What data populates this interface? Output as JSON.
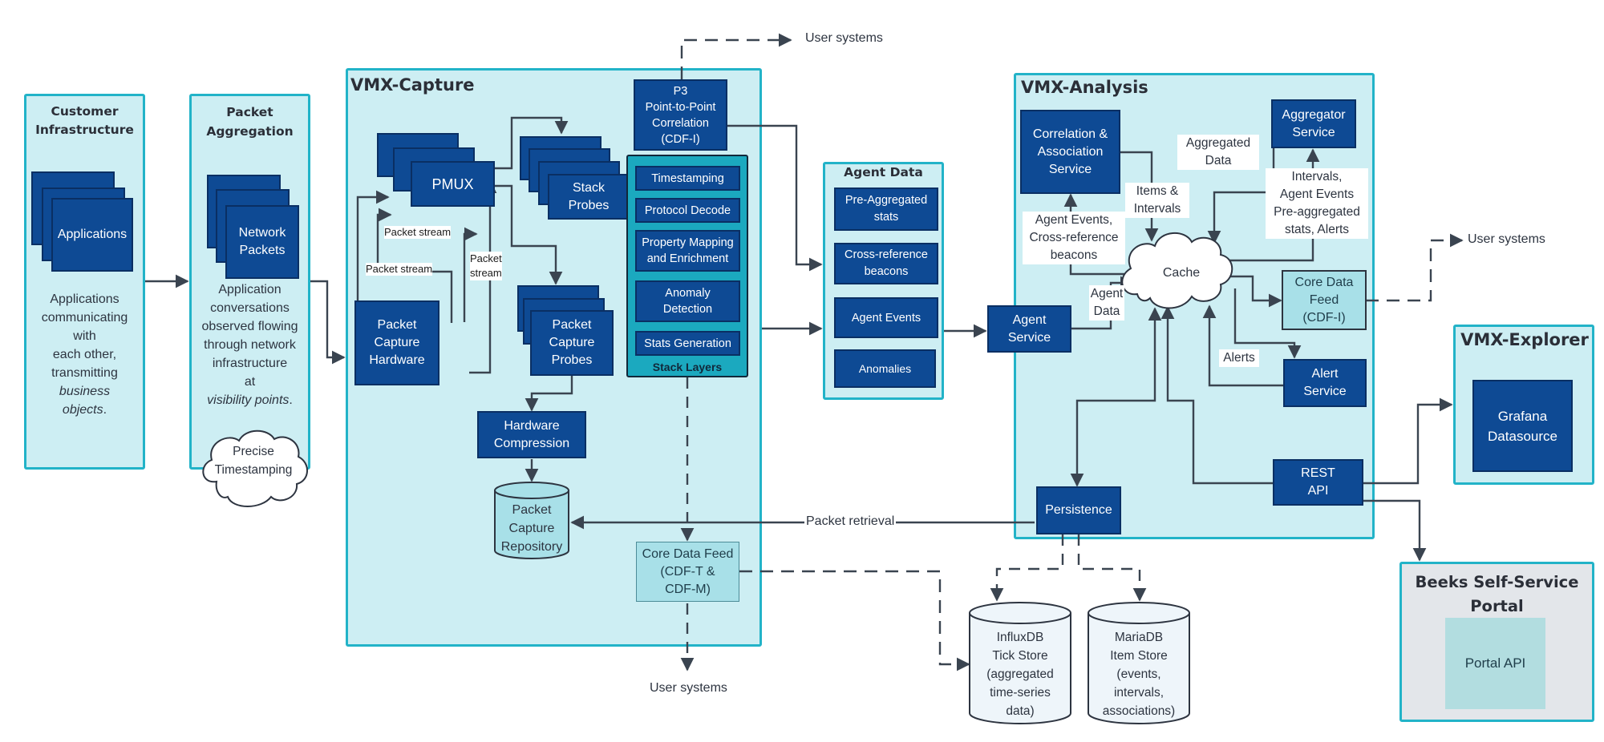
{
  "colors": {
    "panel_fill": "#cdeef3",
    "panel_border": "#22b3c8",
    "box_dark": "#0e4a94",
    "box_light": "#a8e0e8",
    "arrow": "#3a4450"
  },
  "customer": {
    "title": "Customer\nInfrastructure",
    "box": "Applications",
    "desc1": "Applications\ncommunicating\nwith\neach other,\ntransmitting",
    "desc_em": "business\nobjects",
    "desc_end": "."
  },
  "aggregation": {
    "title": "Packet\nAggregation",
    "box": "Network\nPackets",
    "desc1": "Application\nconversations\nobserved flowing\nthrough network\ninfrastructure\nat",
    "desc_em": "visibility points",
    "desc_end": ".",
    "cloud": "Precise\nTimestamping"
  },
  "capture": {
    "title": "VMX-Capture",
    "p3": "P3\nPoint-to-Point\nCorrelation\n(CDF-I)",
    "pmux": "PMUX",
    "stack_probes": "Stack\nProbes",
    "hw": "Packet\nCapture\nHardware",
    "probes": "Packet\nCapture\nProbes",
    "compression": "Hardware\nCompression",
    "repo": "Packet\nCapture\nRepository",
    "core_feed": "Core Data Feed\n(CDF-T &\nCDF-M)",
    "packet_stream_1": "Packet stream",
    "packet_stream_2": "Packet stream",
    "packet_stream_3": "Packet\nstream",
    "layers_title": "Stack Layers",
    "layers": [
      "Timestamping",
      "Protocol Decode",
      "Property Mapping\nand Enrichment",
      "Anomaly\nDetection",
      "Stats Generation"
    ]
  },
  "agent_data": {
    "title": "Agent Data",
    "items": [
      "Pre-Aggregated\nstats",
      "Cross-reference\nbeacons",
      "Agent Events",
      "Anomalies"
    ]
  },
  "agent_service": "Agent\nService",
  "agent_data_label": "Agent\nData",
  "analysis": {
    "title": "VMX-Analysis",
    "correlation": "Correlation &\nAssociation\nService",
    "aggregator": "Aggregator\nService",
    "cache": "Cache",
    "core_feed": "Core Data\nFeed\n(CDF-I)",
    "alert": "Alert\nService",
    "rest": "REST\nAPI",
    "persistence": "Persistence",
    "lbl_aggregated": "Aggregated\nData",
    "lbl_items": "Items &\nIntervals",
    "lbl_intervals": "Intervals,\nAgent Events\nPre-aggregated\nstats, Alerts",
    "lbl_events": "Agent Events,\nCross-reference\nbeacons",
    "lbl_alerts": "Alerts"
  },
  "explorer": {
    "title": "VMX-Explorer",
    "box": "Grafana\nDatasource"
  },
  "portal": {
    "title": "Beeks Self-Service\nPortal",
    "box": "Portal API"
  },
  "influx": "InfluxDB\nTick Store\n(aggregated\ntime-series\ndata)",
  "maria": "MariaDB\nItem Store\n(events,\nintervals,\nassociations)",
  "packet_retrieval": "Packet retrieval",
  "user_systems_top": "User systems",
  "user_systems_right": "User systems",
  "user_systems_bottom": "User systems"
}
